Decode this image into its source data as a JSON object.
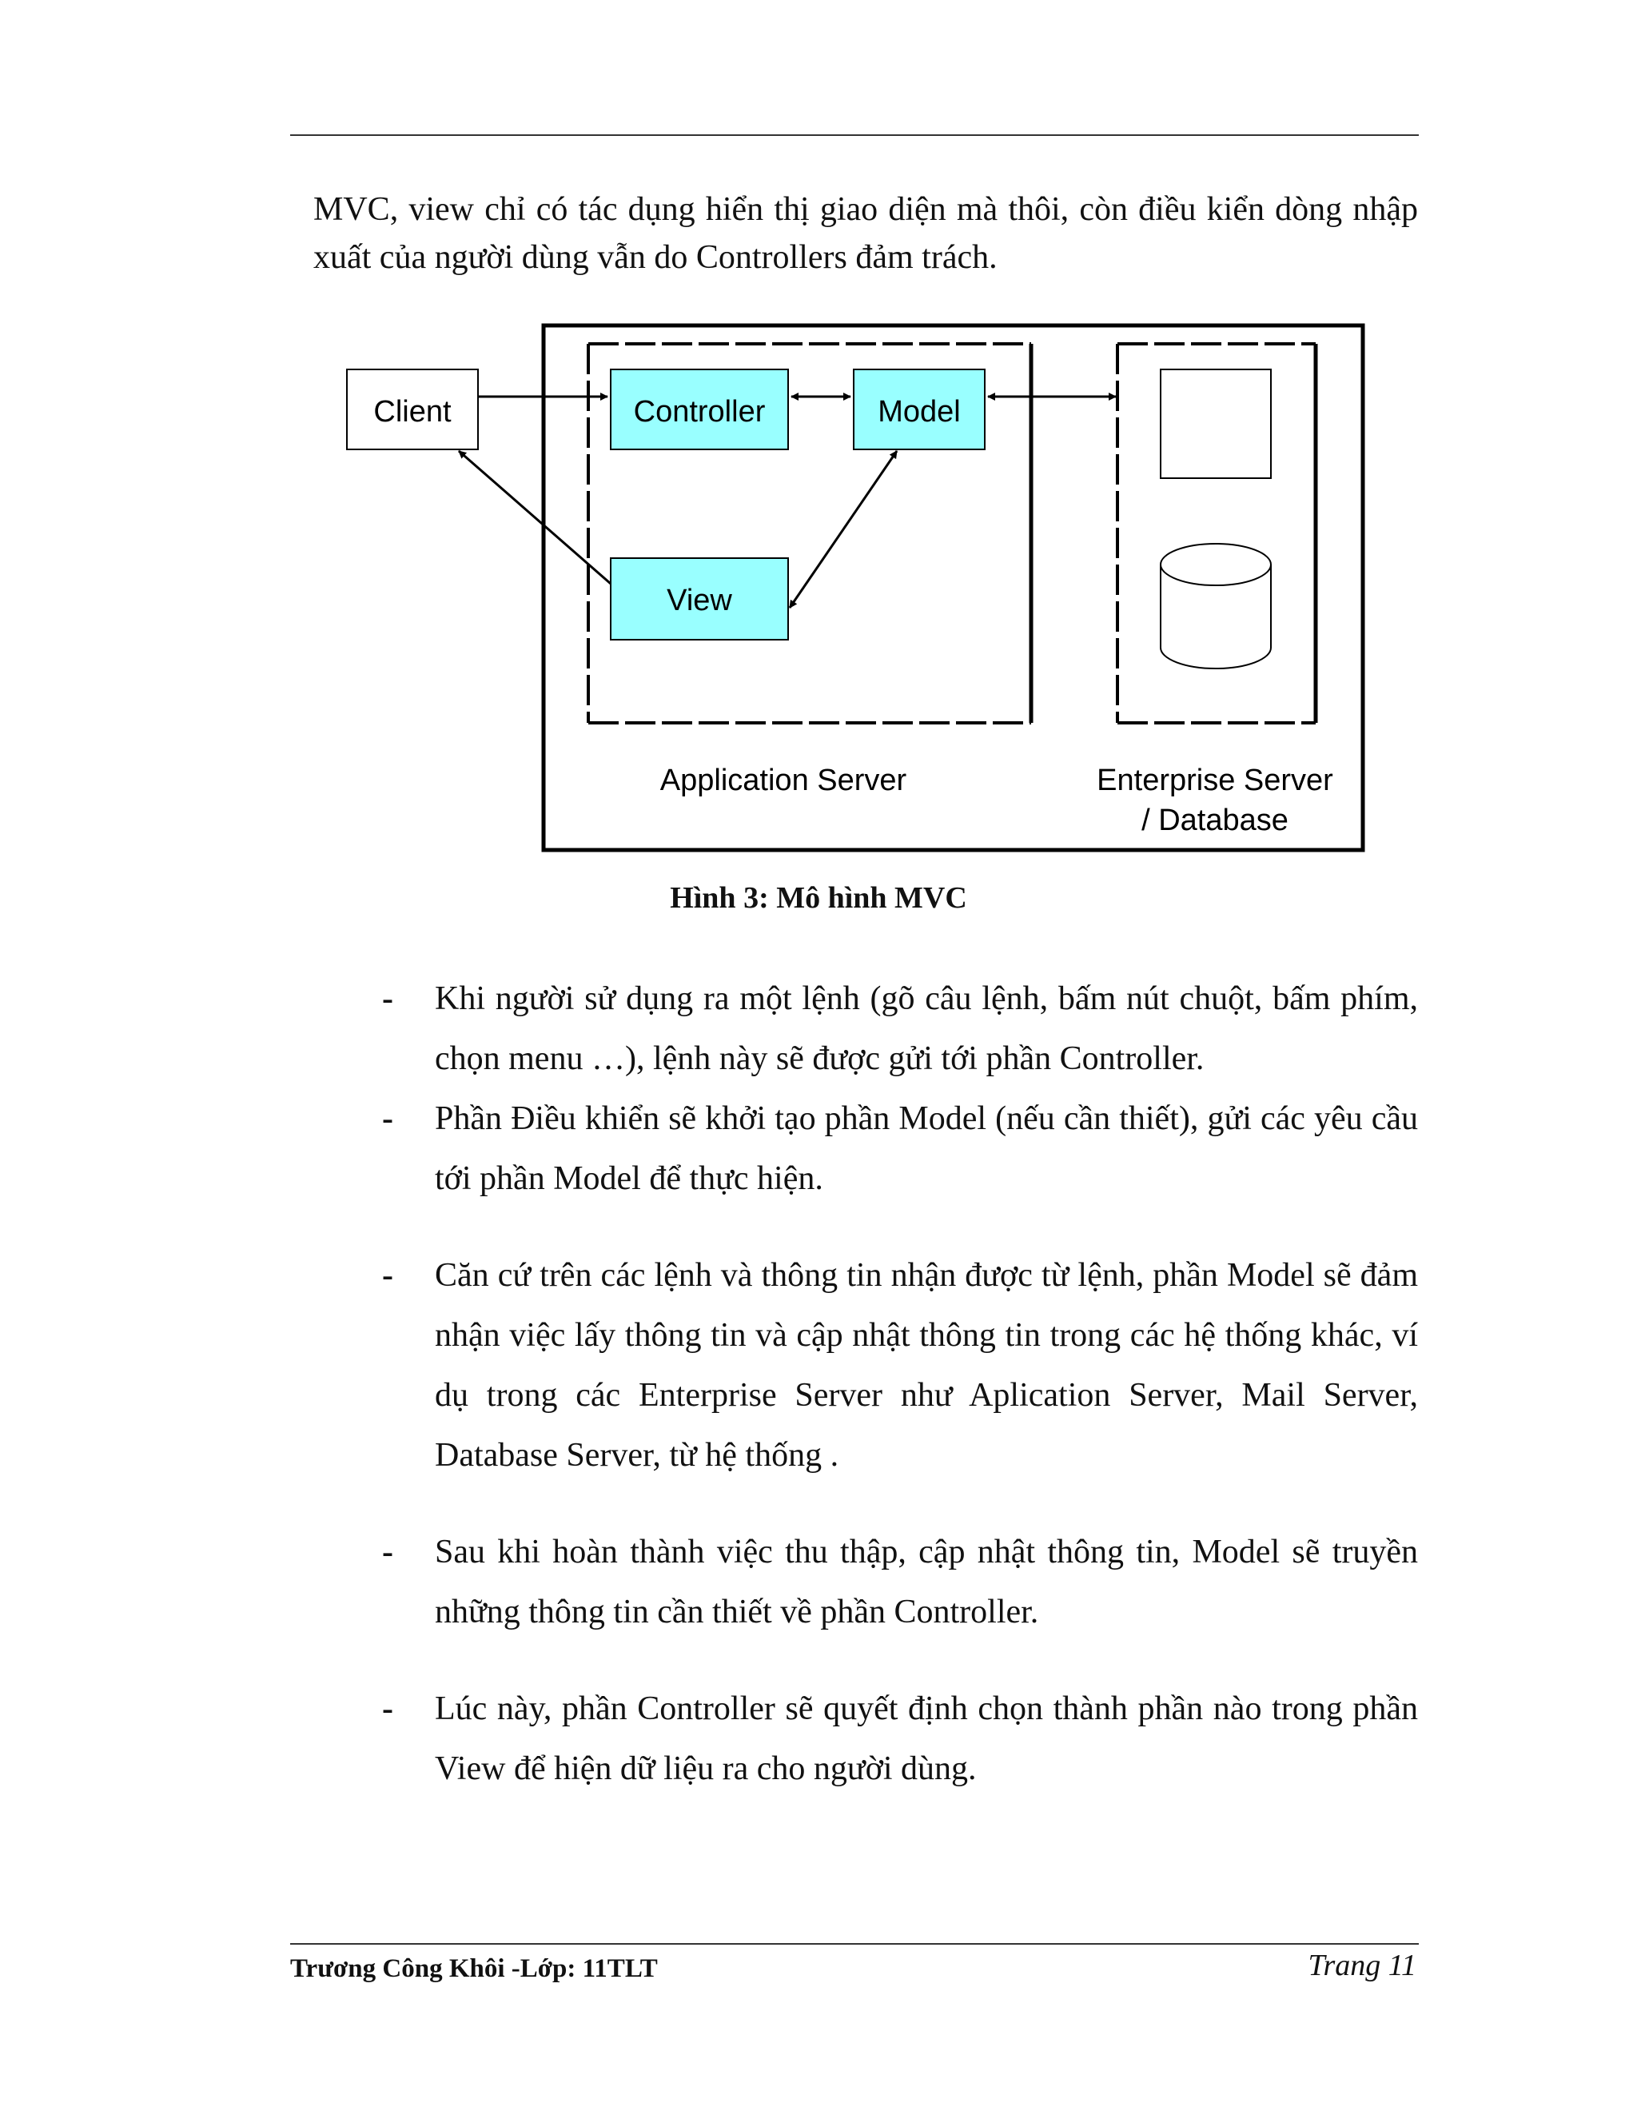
{
  "intro_paragraph": "MVC, view chỉ có tác dụng hiển thị giao diện mà thôi, còn điều kiển dòng nhập xuất của người dùng vẫn do Controllers đảm trách.",
  "figure": {
    "client_label": "Client",
    "controller_label": "Controller",
    "model_label": "Model",
    "view_label": "View",
    "application_server_label": "Application Server",
    "enterprise_server_label_line1": "Enterprise Server",
    "enterprise_server_label_line2": "/ Database",
    "component_fill_color": "#99ffff",
    "caption": "Hình 3: Mô hình MVC"
  },
  "bullets": [
    {
      "marker": "-",
      "text": "Khi người sử dụng ra một lệnh (gõ câu lệnh, bấm nút chuột, bấm phím,   chọn menu …), lệnh này sẽ được gửi tới phần Controller."
    },
    {
      "marker": "-",
      "text": "Phần Điều khiển sẽ khởi tạo phần Model (nếu cần thiết), gửi các yêu cầu tới phần Model để thực hiện."
    },
    {
      "marker": "-",
      "text": "Căn cứ trên các lệnh và thông tin nhận được từ lệnh, phần Model sẽ đảm nhận việc lấy thông tin và cập nhật thông tin trong các hệ thống khác, ví dụ trong các Enterprise Server như Aplication Server, Mail Server, Database Server, từ hệ thống ."
    },
    {
      "marker": "-",
      "text": "Sau khi hoàn thành việc thu thập, cập nhật thông tin, Model sẽ truyền những thông tin cần thiết về phần Controller."
    },
    {
      "marker": "-",
      "text": "Lúc này, phần Controller sẽ quyết định chọn thành phần nào trong phần View để hiện dữ liệu ra cho người dùng."
    }
  ],
  "footer": {
    "author": "Trương Công Khôi -Lớp: 11TLT",
    "page": "Trang 11"
  }
}
